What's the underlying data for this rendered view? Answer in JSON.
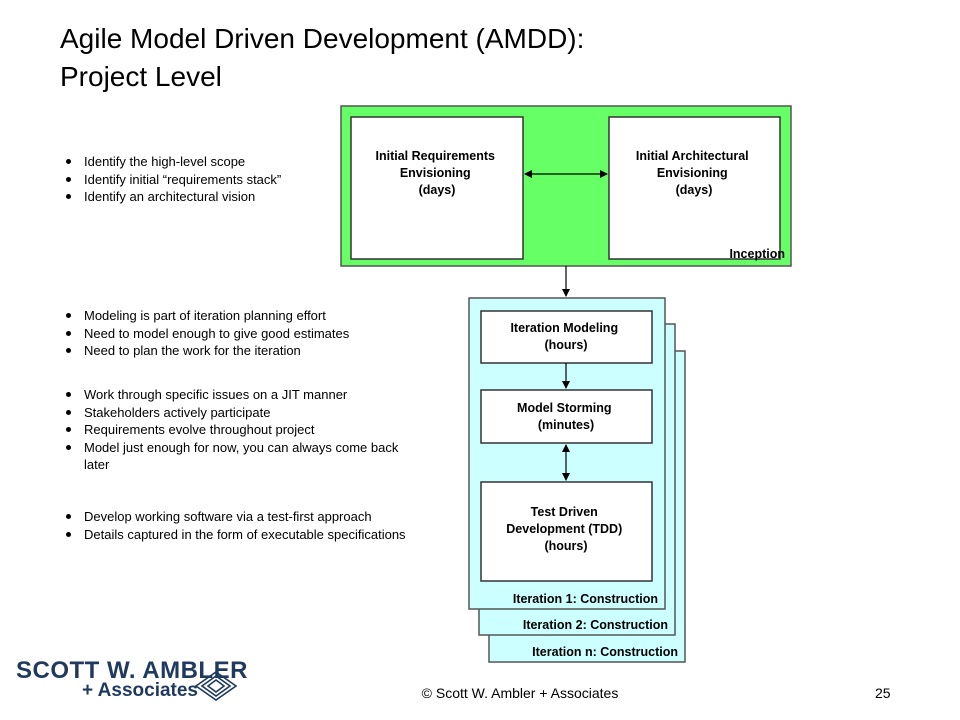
{
  "title": {
    "line1": "Agile Model Driven Development (AMDD):",
    "line2": "Project Level"
  },
  "bullets": {
    "inception": [
      "Identify the high-level scope",
      "Identify initial “requirements stack”",
      "Identify an architectural vision"
    ],
    "iteration_modeling": [
      "Modeling is part of iteration planning effort",
      "Need to model enough to give good estimates",
      "Need to plan the work for the iteration"
    ],
    "model_storming": [
      "Work through specific issues on a JIT manner",
      "Stakeholders actively participate",
      "Requirements evolve throughout project",
      "Model just enough for now, you can always come back later"
    ],
    "tdd": [
      "Develop working software via a test-first approach",
      "Details captured in the form of executable specifications"
    ]
  },
  "diagram": {
    "inception": {
      "label": "Inception",
      "color": "#66ff66",
      "requirements": [
        "Initial Requirements",
        "Envisioning",
        "(days)"
      ],
      "architecture": [
        "Initial Architectural",
        "Envisioning",
        "(days)"
      ]
    },
    "iteration": {
      "color": "#ccffff",
      "modeling": [
        "Iteration Modeling",
        "(hours)"
      ],
      "storming": [
        "Model Storming",
        "(minutes)"
      ],
      "tdd": [
        "Test Driven",
        "Development (TDD)",
        "(hours)"
      ],
      "label1": "Iteration 1: Construction",
      "label2": "Iteration 2: Construction",
      "labeln": "Iteration n: Construction"
    }
  },
  "logo": {
    "top": "SCOTT W. AMBLER",
    "bottom": "+ Associates"
  },
  "footer": {
    "copyright": "© Scott W. Ambler + Associates",
    "page": "25"
  }
}
